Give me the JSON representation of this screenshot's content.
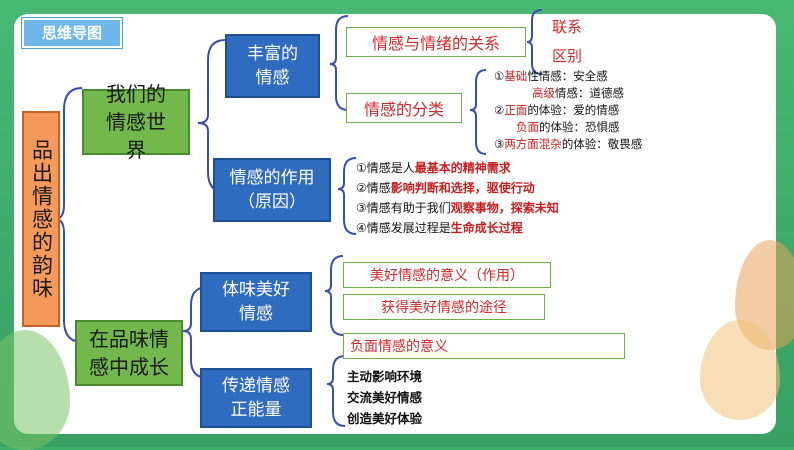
{
  "header": {
    "tag_label": "思维导图"
  },
  "root": {
    "label": "品出情感的韵味"
  },
  "level1": [
    {
      "label": "我们的情感世界"
    },
    {
      "label": "在品味情感中成长"
    }
  ],
  "level2": [
    {
      "label": "丰富的情感"
    },
    {
      "label": "情感的作用（原因）"
    },
    {
      "label": "体味美好情感"
    },
    {
      "label": "传递情感正能量"
    }
  ],
  "rich": {
    "relation_label": "情感与情绪的关系",
    "relation_side": [
      "联系",
      "区别"
    ],
    "class_label": "情感的分类",
    "class_items": [
      {
        "pre": "①",
        "hl": "基础",
        "post": "性情感：安全感"
      },
      {
        "pre": "",
        "hl": "高级",
        "post": "情感：道德感"
      },
      {
        "pre": "②",
        "hl": "正面",
        "post": "的体验：爱的情感"
      },
      {
        "pre": "",
        "hl": "负面",
        "post": "的体验：恐惧感"
      },
      {
        "pre": "③",
        "hl": "两方面混杂",
        "post": "的体验：敬畏感"
      }
    ]
  },
  "role": {
    "items": [
      {
        "pre": "①情感是人",
        "hl": "最基本的精神需求"
      },
      {
        "pre": "②情感",
        "hl": "影响判断和选择，驱使行动"
      },
      {
        "pre": "③情感有助于我们",
        "hl": "观察事物，探索未知"
      },
      {
        "pre": "④情感发展过程是",
        "hl": "生命成长过程"
      }
    ]
  },
  "beauty": {
    "items": [
      "美好情感的意义（作用）",
      "获得美好情感的途径",
      "负面情感的意义"
    ]
  },
  "energy": {
    "items": [
      "主动影响环境",
      "交流美好情感",
      "创造美好体验"
    ]
  },
  "colors": {
    "accent_red": "#d22a2a",
    "frame_green": "#3fae6b",
    "node_blue": "#2f6cc0",
    "node_green": "#73b84d",
    "root_orange": "#f59a5a"
  }
}
